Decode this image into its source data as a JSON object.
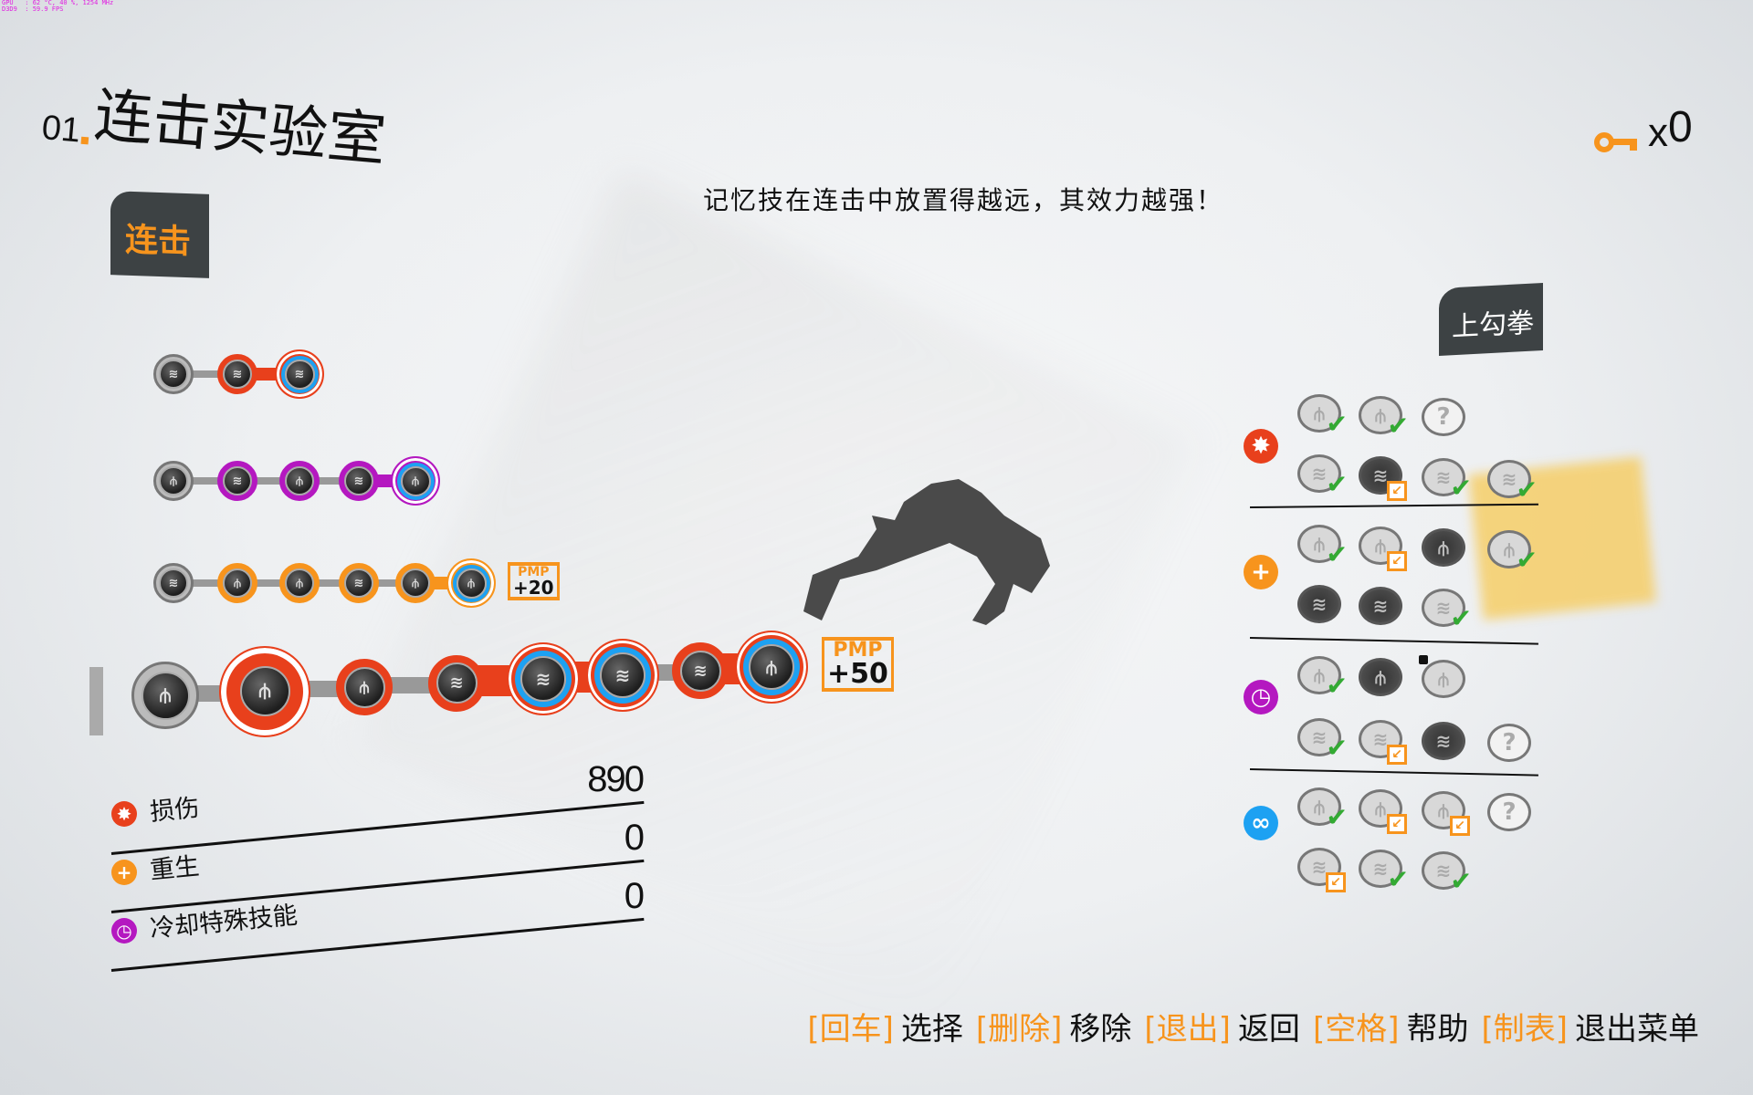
{
  "hud": {
    "line1": "GPU   : 62 °C, 40 %, 1254 MHz",
    "line2": "D3D9  : 59.9 FPS"
  },
  "title": {
    "number": "01",
    "name": "连击实验室"
  },
  "combo_tab": "连击",
  "hint": "记忆技在连击中放置得越远，其效力越强！",
  "keys": {
    "icon": "key-icon",
    "x": "x",
    "count": "0"
  },
  "move_tab": "上勾拳",
  "colors": {
    "red": "#e8401c",
    "purple": "#b418c0",
    "orange": "#f7941d",
    "blue": "#1da1f2",
    "gray": "#8a8a8a"
  },
  "combos": [
    {
      "nodes": [
        [
          "gray",
          "punch"
        ],
        [
          "red",
          "punch"
        ],
        [
          "red",
          "punch",
          "selected"
        ]
      ],
      "pmp": null
    },
    {
      "nodes": [
        [
          "gray",
          "hook"
        ],
        [
          "purple",
          "punch"
        ],
        [
          "purple",
          "hook"
        ],
        [
          "purple",
          "punch"
        ],
        [
          "purple",
          "hook",
          "selected"
        ]
      ],
      "pmp": null
    },
    {
      "nodes": [
        [
          "gray",
          "punch"
        ],
        [
          "orange",
          "hook"
        ],
        [
          "orange",
          "hook"
        ],
        [
          "orange",
          "punch"
        ],
        [
          "orange",
          "hook"
        ],
        [
          "orange",
          "hook",
          "selected"
        ]
      ],
      "pmp": {
        "label": "PMP",
        "value": "+20"
      }
    },
    {
      "nodes": [
        [
          "gray",
          "hook"
        ],
        [
          "red",
          "hook",
          "cursor"
        ],
        [
          "red",
          "hook"
        ],
        [
          "red",
          "punch"
        ],
        [
          "red",
          "punch",
          "selected"
        ],
        [
          "red",
          "punch",
          "selected"
        ],
        [
          "red",
          "punch"
        ],
        [
          "red",
          "hook",
          "selected"
        ]
      ],
      "pmp": {
        "label": "PMP",
        "value": "+50"
      }
    }
  ],
  "stats": [
    {
      "icon": "damage-icon",
      "label": "损伤",
      "value": "890"
    },
    {
      "icon": "regen-icon",
      "label": "重生",
      "value": "0"
    },
    {
      "icon": "cooldown-icon",
      "label": "冷却特殊技能",
      "value": "0"
    }
  ],
  "pressens": [
    {
      "category": "damage",
      "rows": [
        [
          "hook-check",
          "hook-check",
          "question"
        ],
        [
          "punch-check",
          "punch-dark-swap",
          "punch-check",
          "punch-check"
        ]
      ]
    },
    {
      "category": "regen",
      "rows": [
        [
          "hook-check",
          "hook-swap",
          "hook-dark",
          "hook-check"
        ],
        [
          "punch-dark",
          "punch-dark",
          "punch-check"
        ]
      ]
    },
    {
      "category": "cooldown",
      "rows": [
        [
          "hook-check",
          "hook-dark",
          "hook-locked"
        ],
        [
          "punch-check",
          "punch-swap",
          "punch-dark",
          "question"
        ]
      ]
    },
    {
      "category": "link",
      "rows": [
        [
          "hook-check",
          "hook-swap",
          "hook-swap",
          "question"
        ],
        [
          "punch-swap",
          "punch-check",
          "punch-check"
        ]
      ]
    }
  ],
  "footer": [
    {
      "key": "[回车]",
      "action": "选择"
    },
    {
      "key": "[删除]",
      "action": "移除"
    },
    {
      "key": "[退出]",
      "action": "返回"
    },
    {
      "key": "[空格]",
      "action": "帮助"
    },
    {
      "key": "[制表]",
      "action": "退出菜单"
    }
  ]
}
